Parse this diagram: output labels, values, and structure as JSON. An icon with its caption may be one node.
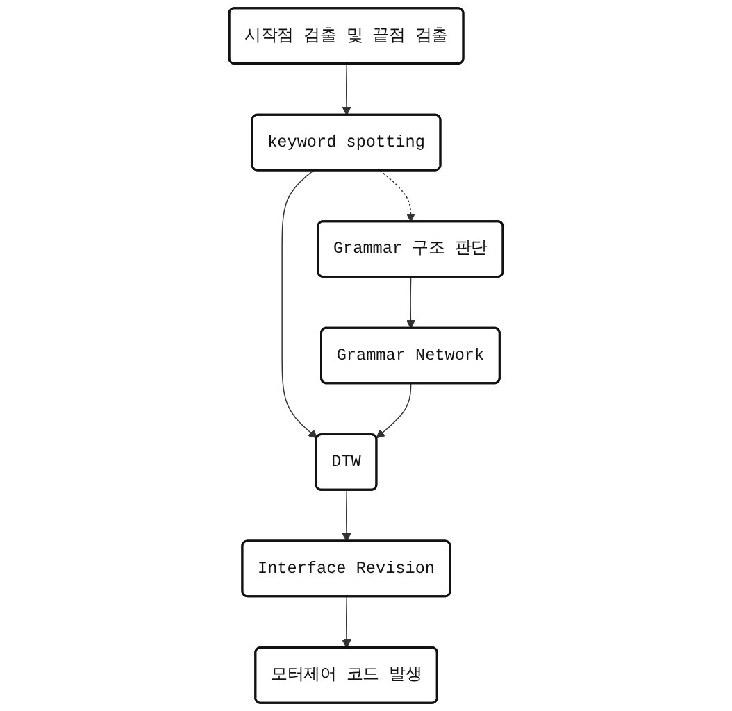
{
  "diagram": {
    "nodes": [
      {
        "text": [
          "시작점 검출 및 끝점 검출"
        ]
      },
      {
        "text": [
          "keyword spotting"
        ]
      },
      {
        "text": [
          "Grammar 구조 판단"
        ]
      },
      {
        "text": [
          "Grammar Network"
        ]
      },
      {
        "text": [
          "DTW"
        ]
      },
      {
        "text": [
          "Interface Revision"
        ]
      },
      {
        "text": [
          "모터제어 코드 발생"
        ]
      }
    ],
    "edges": [
      {
        "from": 0,
        "to": 1,
        "arrow": "to"
      },
      {
        "from": 1,
        "to": 2,
        "arrow": "to",
        "style": "dashed"
      },
      {
        "from": 1,
        "to": 4,
        "arrow": "to"
      },
      {
        "from": 2,
        "to": 3,
        "arrow": "to"
      },
      {
        "from": 3,
        "to": 4,
        "arrow": "to"
      },
      {
        "from": 4,
        "to": 5,
        "arrow": "to"
      },
      {
        "from": 5,
        "to": 6,
        "arrow": "to"
      }
    ]
  }
}
